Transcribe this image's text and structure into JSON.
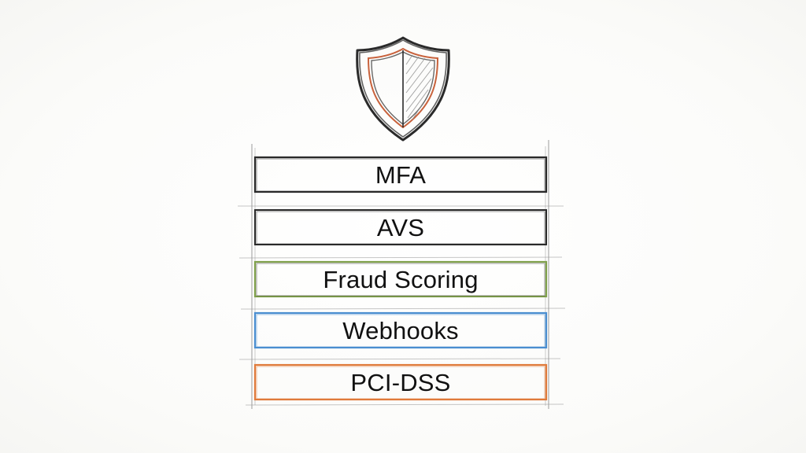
{
  "diagram": {
    "layers": [
      {
        "label": "MFA",
        "color": "#2a2a2a"
      },
      {
        "label": "AVS",
        "color": "#2a2a2a"
      },
      {
        "label": "Fraud Scoring",
        "color": "#7fa04a"
      },
      {
        "label": "Webhooks",
        "color": "#4a8ed0"
      },
      {
        "label": "PCI-DSS",
        "color": "#e07a3a"
      }
    ],
    "shield": {
      "icon": "shield-icon",
      "outline_color": "#2a2a2a",
      "inner_color": "#c8623c"
    }
  }
}
